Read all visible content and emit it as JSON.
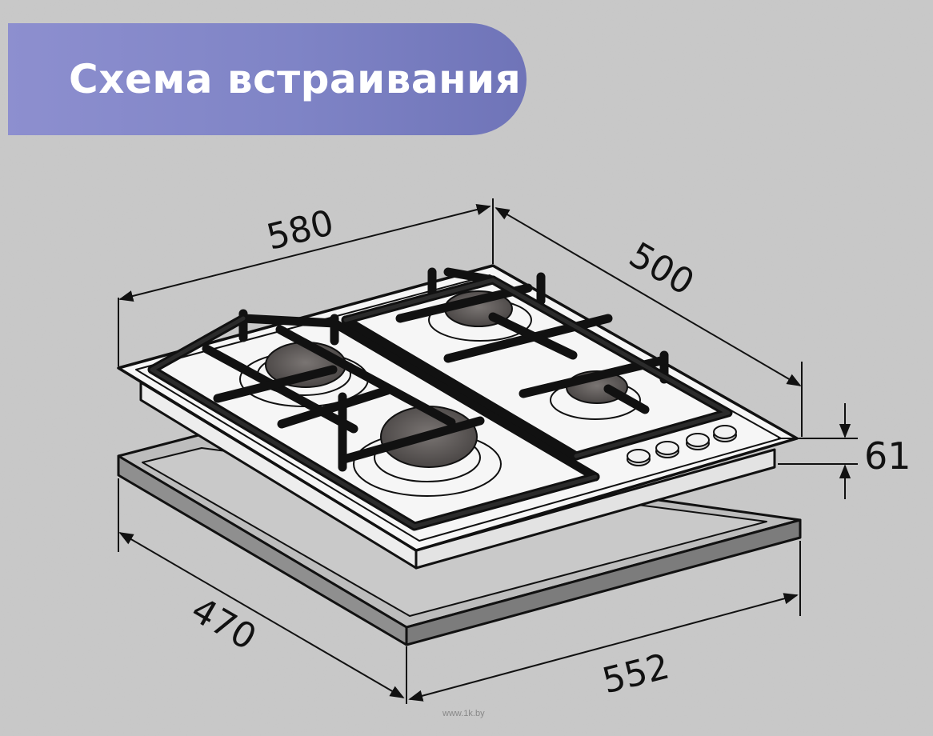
{
  "header": {
    "title": "Схема встраивания"
  },
  "dimensions": {
    "hob_width": "580",
    "hob_depth": "500",
    "hob_height": "61",
    "cutout_depth": "470",
    "cutout_width": "552"
  },
  "footer": {
    "watermark": "www.1k.by"
  },
  "colors": {
    "background": "#c9c9c9",
    "banner": "#7f84c6",
    "outline": "#111111",
    "burner": "#5e5a58",
    "cutout_frame": "#bdbdbd"
  }
}
